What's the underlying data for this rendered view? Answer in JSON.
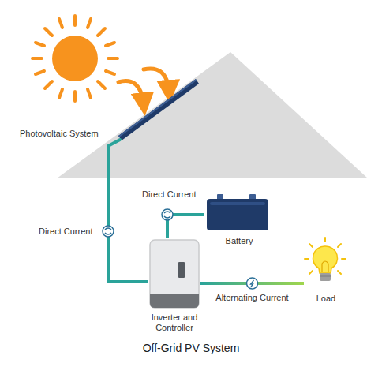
{
  "diagram": {
    "caption": "Off-Grid PV System",
    "nodes": [
      {
        "text": [
          "Photovoltaic System"
        ]
      },
      {
        "text": [
          "Battery"
        ]
      },
      {
        "text": [
          "Inverter and Controller"
        ]
      },
      {
        "text": [
          "Load"
        ]
      }
    ],
    "edges": [
      {
        "from": 0,
        "to": 2,
        "label": "Direct Current",
        "arrow": "none"
      },
      {
        "from": 2,
        "to": 1,
        "label": "Direct Current",
        "arrow": "none"
      },
      {
        "from": 2,
        "to": 3,
        "label": "Alternating Current",
        "arrow": "none"
      }
    ]
  }
}
